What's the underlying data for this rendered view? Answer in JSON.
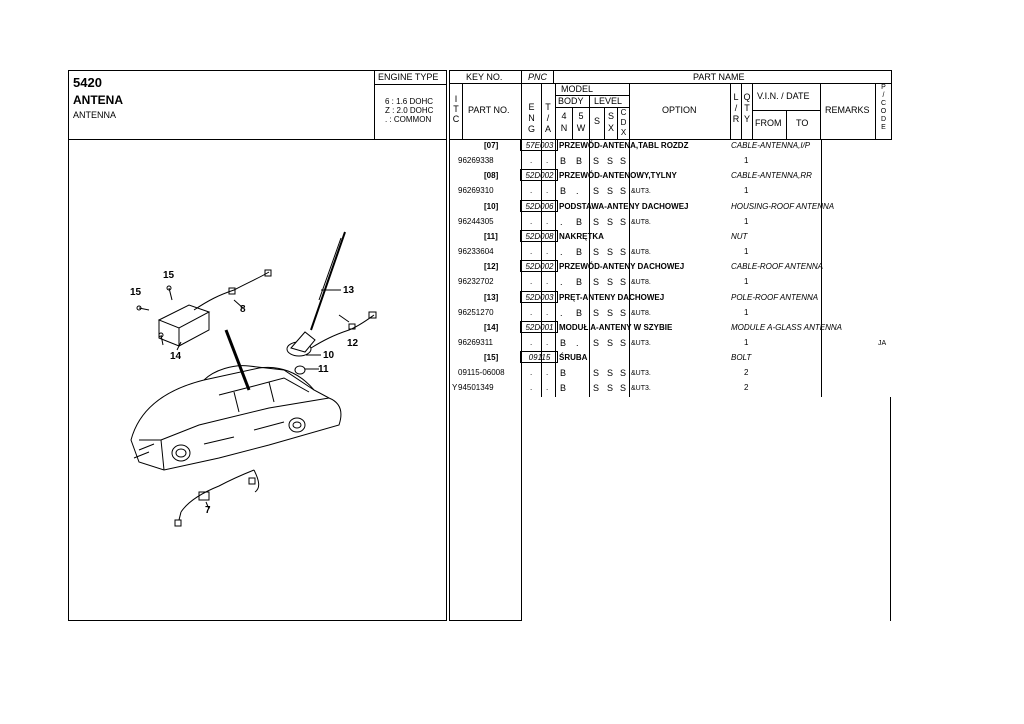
{
  "header": {
    "code": "5420",
    "title": "ANTENA",
    "subtitle": "ANTENNA",
    "engine_type_label": "ENGINE TYPE",
    "engine_legend": [
      "6 : 1.6 DOHC",
      "Z : 2.0 DOHC",
      ". : COMMON"
    ]
  },
  "columns": {
    "key_no": "KEY NO.",
    "pnc": "PNC",
    "part_name": "PART NAME",
    "itc": [
      "I",
      "T",
      "C"
    ],
    "part_no": "PART NO.",
    "model": "MODEL",
    "body": "BODY",
    "level": "LEVEL",
    "eng": [
      "E",
      "N",
      "G"
    ],
    "ta": [
      "T",
      "/",
      "A"
    ],
    "body_4n": [
      "4",
      "N"
    ],
    "body_5w": [
      "5",
      "W"
    ],
    "level_s": "S",
    "level_sx": [
      "S",
      "X"
    ],
    "level_cdx": [
      "C",
      "D",
      "X"
    ],
    "option": "OPTION",
    "lr": [
      "L",
      "/",
      "R"
    ],
    "qty": [
      "Q",
      "T",
      "Y"
    ],
    "vin_date": "V.I.N. / DATE",
    "from": "FROM",
    "to": "TO",
    "remarks": "REMARKS",
    "pcode": [
      "P",
      "/",
      "C",
      "O",
      "D",
      "E"
    ]
  },
  "groups": [
    {
      "key": "[07]",
      "pnc": "57E003",
      "name_pl": "PRZEWÓD-ANTENA,TABL ROZDZ",
      "name_en": "CABLE-ANTENNA,I/P",
      "parts": [
        {
          "itc": "",
          "part_no": "96269338",
          "eng": ".",
          "ta": ".",
          "b4": "B",
          "b5": "B",
          "s": "S",
          "sx": "S",
          "cdx": "S",
          "option": "",
          "qty": "1",
          "remarks": ""
        }
      ]
    },
    {
      "key": "[08]",
      "pnc": "52D002",
      "name_pl": "PRZEWÓD-ANTENOWY,TYLNY",
      "name_en": "CABLE-ANTENNA,RR",
      "parts": [
        {
          "itc": "",
          "part_no": "96269310",
          "eng": ".",
          "ta": ".",
          "b4": "B",
          "b5": ".",
          "s": "S",
          "sx": "S",
          "cdx": "S",
          "option": "&UT3.",
          "qty": "1",
          "remarks": ""
        }
      ]
    },
    {
      "key": "[10]",
      "pnc": "52D006",
      "name_pl": "PODSTAWA-ANTENY DACHOWEJ",
      "name_en": "HOUSING-ROOF ANTENNA",
      "parts": [
        {
          "itc": "",
          "part_no": "96244305",
          "eng": ".",
          "ta": ".",
          "b4": ".",
          "b5": "B",
          "s": "S",
          "sx": "S",
          "cdx": "S",
          "option": "&UT8.",
          "qty": "1",
          "remarks": ""
        }
      ]
    },
    {
      "key": "[11]",
      "pnc": "52D008",
      "name_pl": "NAKRĘTKA",
      "name_en": "NUT",
      "parts": [
        {
          "itc": "",
          "part_no": "96233604",
          "eng": ".",
          "ta": ".",
          "b4": ".",
          "b5": "B",
          "s": "S",
          "sx": "S",
          "cdx": "S",
          "option": "&UT8.",
          "qty": "1",
          "remarks": ""
        }
      ]
    },
    {
      "key": "[12]",
      "pnc": "52D002",
      "name_pl": "PRZEWÓD-ANTENY DACHOWEJ",
      "name_en": "CABLE-ROOF ANTENNA",
      "parts": [
        {
          "itc": "",
          "part_no": "96232702",
          "eng": ".",
          "ta": ".",
          "b4": ".",
          "b5": "B",
          "s": "S",
          "sx": "S",
          "cdx": "S",
          "option": "&UT8.",
          "qty": "1",
          "remarks": ""
        }
      ]
    },
    {
      "key": "[13]",
      "pnc": "52D003",
      "name_pl": "PRĘT-ANTENY DACHOWEJ",
      "name_en": "POLE-ROOF ANTENNA",
      "parts": [
        {
          "itc": "",
          "part_no": "96251270",
          "eng": ".",
          "ta": ".",
          "b4": ".",
          "b5": "B",
          "s": "S",
          "sx": "S",
          "cdx": "S",
          "option": "&UT8.",
          "qty": "1",
          "remarks": ""
        }
      ]
    },
    {
      "key": "[14]",
      "pnc": "52D001",
      "name_pl": "MODUŁ A-ANTENY W SZYBIE",
      "name_en": "MODULE A-GLASS ANTENNA",
      "parts": [
        {
          "itc": "",
          "part_no": "96269311",
          "eng": ".",
          "ta": ".",
          "b4": "B",
          "b5": ".",
          "s": "S",
          "sx": "S",
          "cdx": "S",
          "option": "&UT3.",
          "qty": "1",
          "remarks": "JA"
        }
      ]
    },
    {
      "key": "[15]",
      "pnc": "09115",
      "name_pl": "ŚRUBA",
      "name_en": "BOLT",
      "parts": [
        {
          "itc": "",
          "part_no": "09115-06008",
          "eng": ".",
          "ta": ".",
          "b4": "B",
          "b5": "",
          "s": "S",
          "sx": "S",
          "cdx": "S",
          "option": "&UT3.",
          "qty": "2",
          "remarks": ""
        },
        {
          "itc": "Y",
          "part_no": "94501349",
          "eng": ".",
          "ta": ".",
          "b4": "B",
          "b5": "",
          "s": "S",
          "sx": "S",
          "cdx": "S",
          "option": "&UT3.",
          "qty": "2",
          "remarks": ""
        }
      ]
    }
  ],
  "diagram": {
    "callouts": [
      "15",
      "15",
      "8",
      "13",
      "12",
      "10",
      "11",
      "14",
      "7"
    ]
  }
}
